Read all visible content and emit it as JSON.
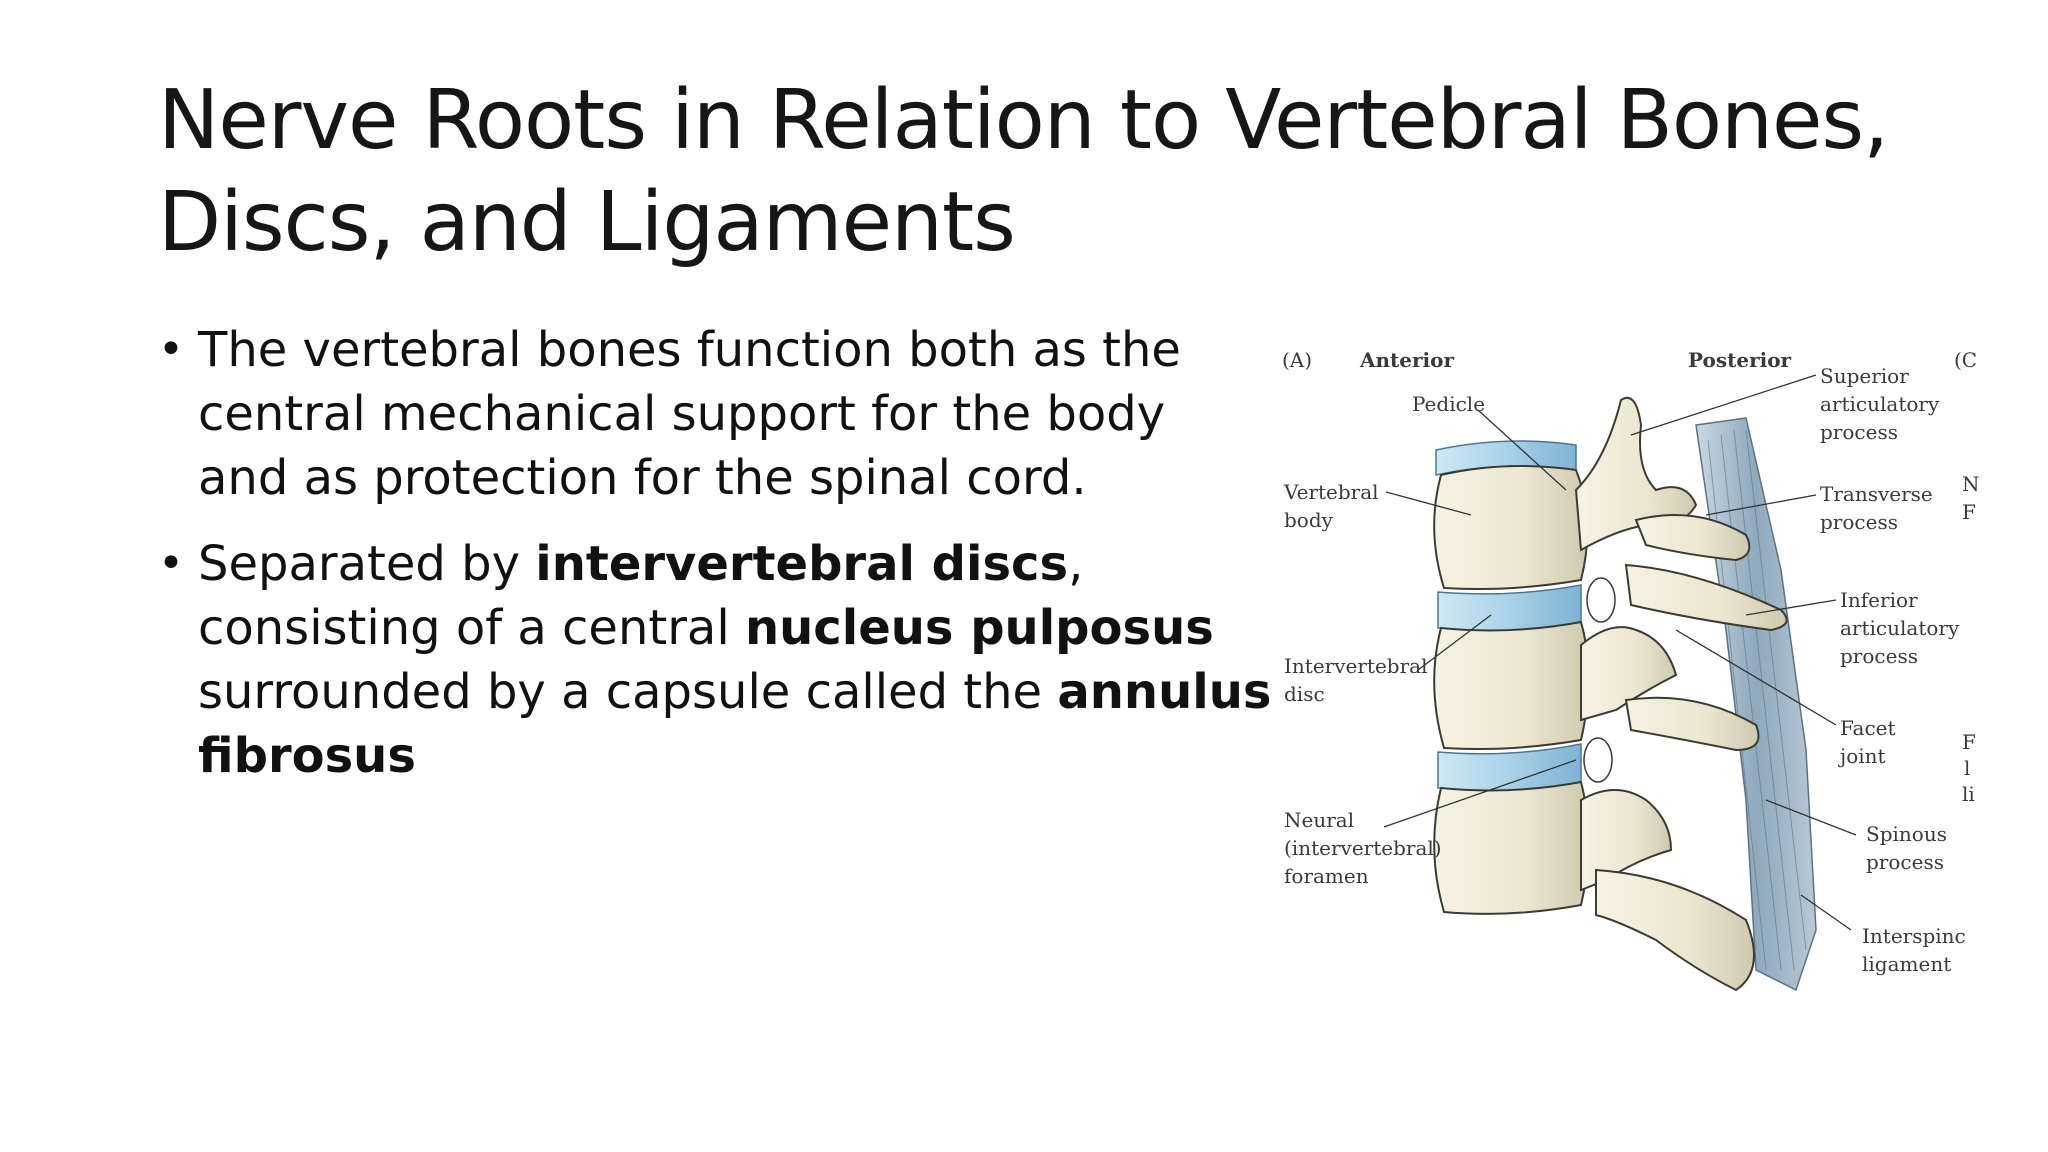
{
  "slide": {
    "title_lines": [
      "Nerve Roots in Relation to Vertebral Bones,",
      "Discs, and Ligaments"
    ],
    "bullets": [
      {
        "lines": [
          [
            {
              "text": "The vertebral bones function both as the",
              "bold": false
            }
          ],
          [
            {
              "text": "central mechanical support for the body",
              "bold": false
            }
          ],
          [
            {
              "text": "and as protection for the spinal cord.",
              "bold": false
            }
          ]
        ]
      },
      {
        "lines": [
          [
            {
              "text": "Separated  by ",
              "bold": false
            },
            {
              "text": "intervertebral discs",
              "bold": true
            },
            {
              "text": ",",
              "bold": false
            }
          ],
          [
            {
              "text": "consisting of a central ",
              "bold": false
            },
            {
              "text": "nucleus pulposus",
              "bold": true
            }
          ],
          [
            {
              "text": "surrounded by a capsule called the ",
              "bold": false
            },
            {
              "text": "annulus",
              "bold": true
            }
          ],
          [
            {
              "text": "fibrosus",
              "bold": true
            }
          ]
        ]
      }
    ],
    "bullet_glyph": "•"
  },
  "figure": {
    "panel_letter": "(A)",
    "anterior": "Anterior",
    "posterior": "Posterior",
    "edge_marker": "(C",
    "labels": {
      "pedicle": "Pedicle",
      "vertebral_body": [
        "Vertebral",
        "body"
      ],
      "intervertebral_disc": [
        "Intervertebral",
        "disc"
      ],
      "neural_foramen": [
        "Neural",
        "(intervertebral)",
        "foramen"
      ],
      "superior_articular": [
        "Superior",
        "articulatory",
        "process"
      ],
      "transverse_process": [
        "Transverse",
        "process"
      ],
      "inferior_articular": [
        "Inferior",
        "articulatory",
        "process"
      ],
      "facet_joint": [
        "Facet",
        "joint"
      ],
      "spinous_process": [
        "Spinous",
        "process"
      ],
      "interspinous_ligament": [
        "Interspinc",
        "ligament"
      ]
    },
    "edge_fragments": [
      "N",
      "F",
      "F",
      "l",
      "li"
    ],
    "colors": {
      "bone": "#efebd8",
      "bone_shadow": "#cfc9b0",
      "disc": "#a9d2ea",
      "ligament": "#9fb7c9",
      "outline": "#3b3b34"
    }
  }
}
